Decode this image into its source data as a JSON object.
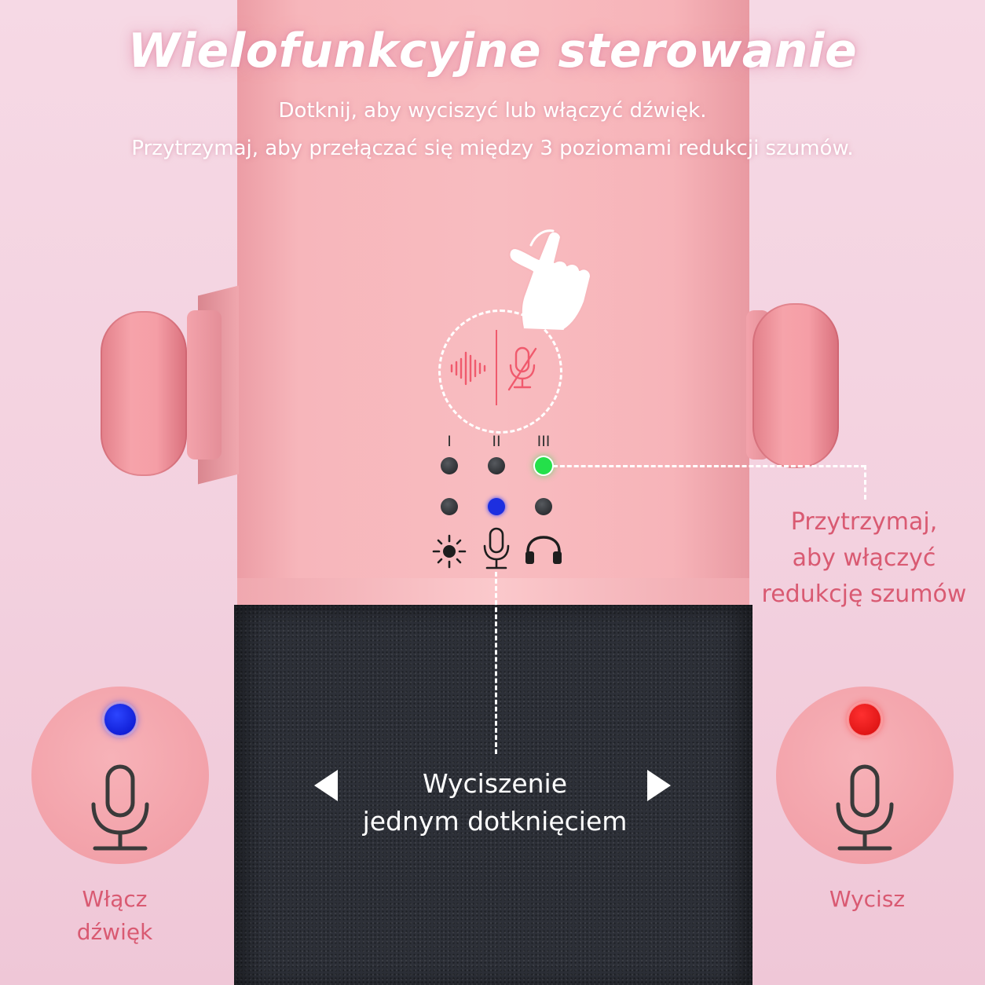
{
  "header": {
    "title": "Wielofunkcyjne sterowanie",
    "line1": "Dotknij, aby wyciszyć lub włączyć dźwięk.",
    "line2": "Przytrzymaj, aby przełączać się między 3 poziomami redukcji szumów."
  },
  "panel": {
    "levels": [
      "I",
      "II",
      "III"
    ],
    "noise_leds": [
      "off",
      "off",
      "green"
    ],
    "mode_leds": [
      "off",
      "blue",
      "off"
    ],
    "mode_icons": [
      "sun-icon",
      "mic-icon",
      "headphones-icon"
    ]
  },
  "callouts": {
    "noise_line1": "Przytrzymaj,",
    "noise_line2": "aby włączyć",
    "noise_line3": "redukcję szumów",
    "mute_line1": "Wyciszenie",
    "mute_line2": "jednym dotknięciem"
  },
  "states": {
    "on_line1": "Włącz",
    "on_line2": "dźwięk",
    "off_label": "Wycisz"
  },
  "colors": {
    "background": "#f4d4e1",
    "mic_body": "#f8bcc0",
    "grille": "#2d3038",
    "accent_text": "#d95a72",
    "led_green": "#24e04a",
    "led_blue": "#1d2fe0",
    "led_red": "#e01515"
  }
}
